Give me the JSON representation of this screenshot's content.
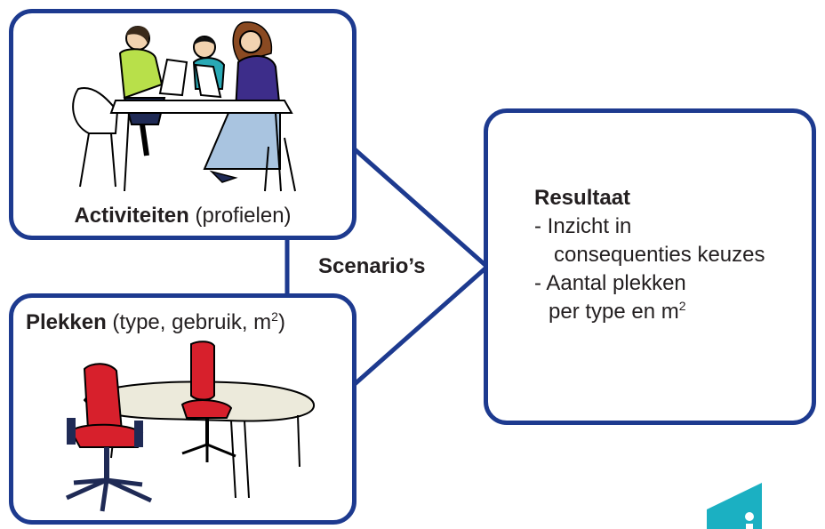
{
  "activities": {
    "title": "Activiteiten",
    "subtitle": "(profielen)",
    "illustration": "people-working-at-table"
  },
  "places": {
    "title": "Plekken",
    "subtitle_pre": "(type, gebruik, m",
    "subtitle_sup": "2",
    "subtitle_post": ")",
    "illustration": "red-office-chairs-and-desk"
  },
  "connector": {
    "label": "Scenario’s"
  },
  "result": {
    "title": "Resultaat",
    "line1": "- Inzicht in",
    "line2": "consequenties keuzes",
    "line3": "- Aantal plekken",
    "line4_pre": "per type en m",
    "line4_sup": "2"
  },
  "colors": {
    "border": "#1d3a8f",
    "chair_red": "#d7202c",
    "logo_teal": "#1bb0c2"
  }
}
